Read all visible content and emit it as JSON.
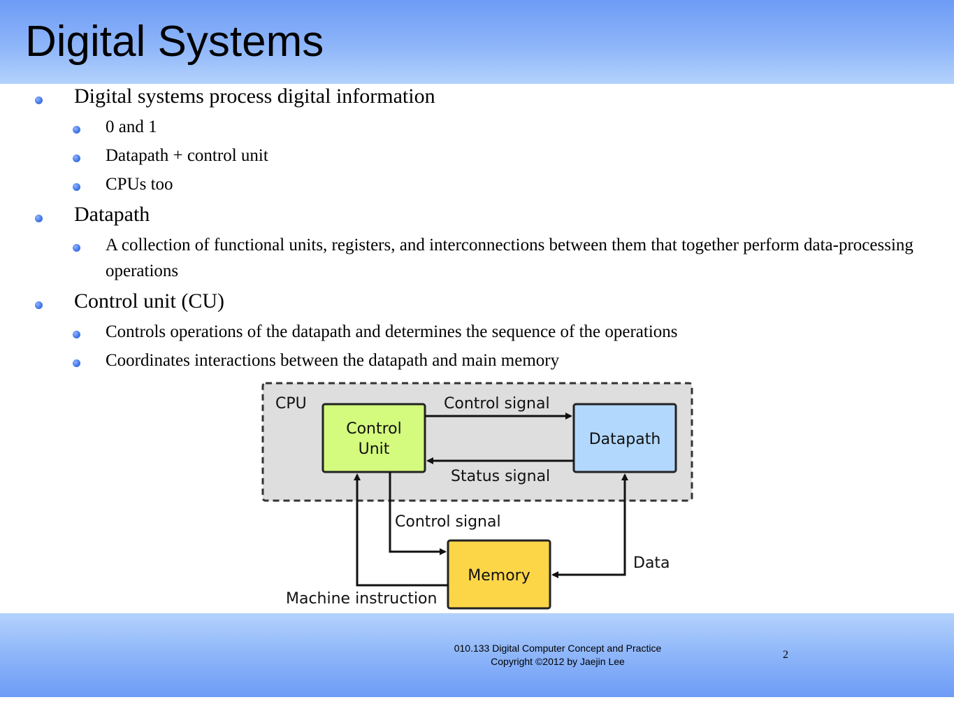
{
  "slide": {
    "title": "Digital Systems"
  },
  "bullets": [
    {
      "text": "Digital systems process digital information",
      "sub": [
        "0 and 1",
        "Datapath + control unit",
        "CPUs too"
      ]
    },
    {
      "text": "Datapath",
      "sub": [
        "A collection of functional units, registers, and interconnections between them that together perform data-processing operations"
      ]
    },
    {
      "text": "Control unit (CU)",
      "sub": [
        "Controls operations of the datapath and determines the sequence of the operations",
        "Coordinates interactions between the datapath and main memory"
      ]
    }
  ],
  "diagram": {
    "cpu_label": "CPU",
    "control_unit_line1": "Control",
    "control_unit_line2": "Unit",
    "datapath_label": "Datapath",
    "memory_label": "Memory",
    "control_signal_top": "Control signal",
    "status_signal": "Status signal",
    "control_signal_bottom": "Control signal",
    "data_label": "Data",
    "machine_instruction": "Machine instruction",
    "colors": {
      "control_unit_fill": "#d4fa7e",
      "datapath_fill": "#b3d8fd",
      "memory_fill": "#fdd648",
      "cpu_box_fill": "#dedede"
    }
  },
  "footer": {
    "line1": "010.133 Digital Computer Concept and Practice",
    "line2": "Copyright ©2012 by Jaejin Lee",
    "page_number": "2"
  }
}
